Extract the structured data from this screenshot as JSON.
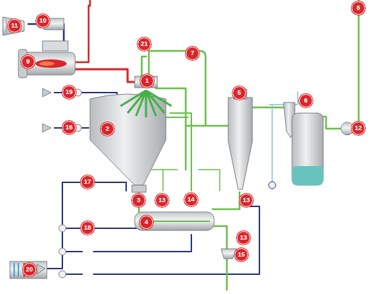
{
  "diagram": {
    "labels": [
      "11",
      "10",
      "21",
      "7",
      "8",
      "9",
      "1",
      "5",
      "6",
      "19",
      "2",
      "16",
      "12",
      "3",
      "13",
      "14",
      "13",
      "17",
      "4",
      "18",
      "13",
      "15",
      "20"
    ]
  }
}
